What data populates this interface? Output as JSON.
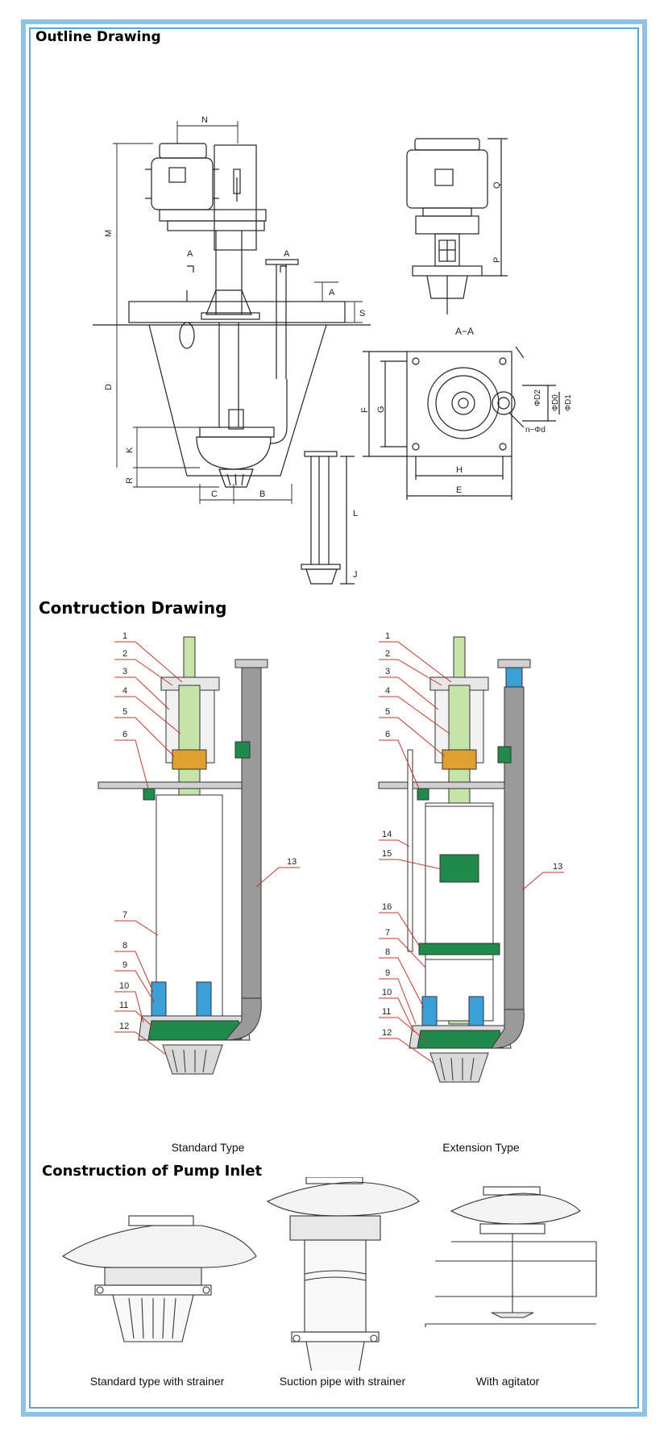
{
  "sections": {
    "outline_title": "Outline Drawing",
    "construction_title": "Contruction Drawing",
    "inlet_title": "Construction of Pump Inlet"
  },
  "outline_labels": {
    "n": "N",
    "m": "M",
    "a_left": "A",
    "a_right": "A",
    "a_dim": "A",
    "s": "S",
    "d": "D",
    "k": "K",
    "r": "R",
    "c": "C",
    "b": "B",
    "l": "L",
    "j": "J",
    "q": "Q",
    "p": "P",
    "aa": "A−A",
    "f": "F",
    "g": "G",
    "h": "H",
    "e": "E",
    "phi_d2": "ΦD2",
    "phi_d0": "ΦD0",
    "phi_d1": "ΦD1",
    "nd": "n−Φd"
  },
  "construction": {
    "standard_caption": "Standard Type",
    "extension_caption": "Extension Type",
    "standard_parts": [
      "1",
      "2",
      "3",
      "4",
      "5",
      "6",
      "7",
      "8",
      "9",
      "10",
      "11",
      "12",
      "13"
    ],
    "extension_parts": [
      "1",
      "2",
      "3",
      "4",
      "5",
      "6",
      "14",
      "15",
      "16",
      "7",
      "8",
      "9",
      "10",
      "11",
      "12",
      "13"
    ]
  },
  "inlet": {
    "captions": [
      "Standard type with strainer",
      "Suction pipe with strainer",
      "With agitator"
    ]
  },
  "colors": {
    "border_outer": "#8fc3e6",
    "border_inner": "#5aa7dc",
    "shaft_green": "#c6e3a8",
    "impeller_green": "#1f8a4c",
    "bearing_orange": "#e0a030",
    "bushing_blue": "#3b9fd8",
    "leader_red": "#c0392b",
    "pipe_gray": "#9a9a9a"
  }
}
